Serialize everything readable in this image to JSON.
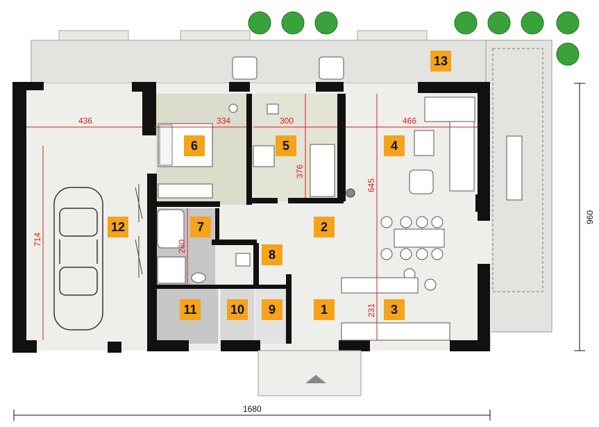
{
  "rooms": [
    {
      "id": "1",
      "label": "1"
    },
    {
      "id": "2",
      "label": "2"
    },
    {
      "id": "3",
      "label": "3"
    },
    {
      "id": "4",
      "label": "4"
    },
    {
      "id": "5",
      "label": "5"
    },
    {
      "id": "6",
      "label": "6"
    },
    {
      "id": "7",
      "label": "7"
    },
    {
      "id": "8",
      "label": "8"
    },
    {
      "id": "9",
      "label": "9"
    },
    {
      "id": "10",
      "label": "10"
    },
    {
      "id": "11",
      "label": "11"
    },
    {
      "id": "12",
      "label": "12"
    },
    {
      "id": "13",
      "label": "13"
    }
  ],
  "dimensions": {
    "garage_width": "436",
    "room6_width": "334",
    "room5_width": "300",
    "room4_width": "466",
    "garage_depth": "714",
    "room5_depth": "376",
    "living_depth": "645",
    "bath_depth": "280",
    "kitchen_depth": "231",
    "total_width": "1680",
    "total_depth": "960"
  },
  "colors": {
    "label_fill": "#f5a31a",
    "dimension": "#d42020",
    "wall": "#111111",
    "floor_main": "#eeeeea",
    "floor_bedroom": "#dcdccc",
    "floor_bath": "#c6c6c6",
    "terrace": "#e3e3df",
    "tree": "#3aa23a"
  }
}
